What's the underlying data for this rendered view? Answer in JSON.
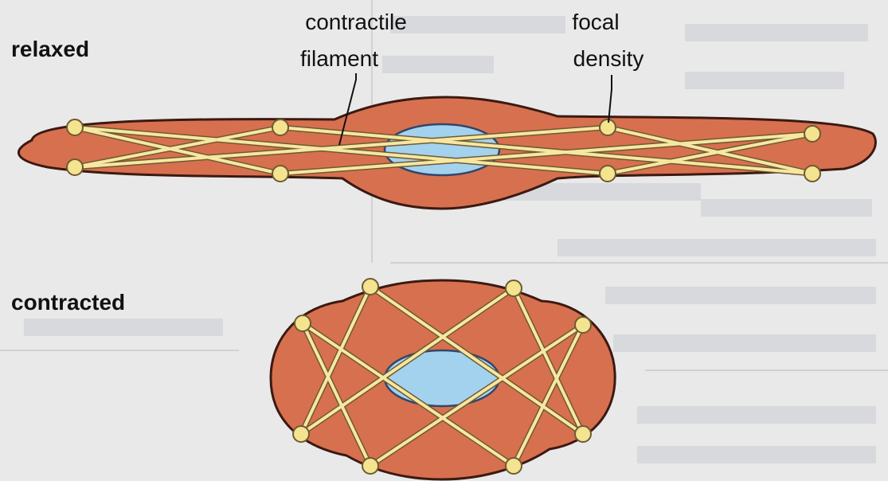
{
  "labels": {
    "relaxed": "relaxed",
    "contracted": "contracted",
    "contractile_filament_line1": "contractile",
    "contractile_filament_line2": "filament",
    "focal_density_line1": "focal",
    "focal_density_line2": "density"
  },
  "colors": {
    "cell": "#d7704f",
    "cell_outline": "#3b1a12",
    "nucleus": "#a3d2ee",
    "nucleus_outline": "#31466a",
    "filament": "#f6e7a1",
    "focal_density": "#f4e38f",
    "background": "#e9e9ea"
  }
}
